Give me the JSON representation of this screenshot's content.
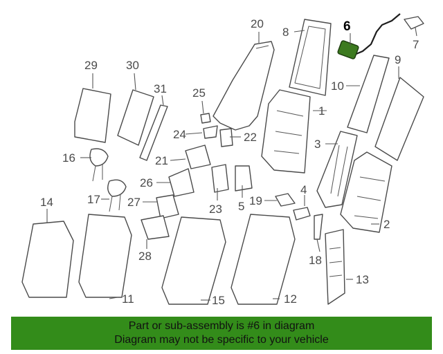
{
  "diagram": {
    "highlight_color": "#338c1a",
    "highlighted_part": "6",
    "labels": {
      "p1": "1",
      "p2": "2",
      "p3": "3",
      "p4": "4",
      "p5": "5",
      "p6": "6",
      "p7": "7",
      "p8": "8",
      "p9": "9",
      "p10": "10",
      "p11": "11",
      "p12": "12",
      "p13": "13",
      "p14": "14",
      "p15": "15",
      "p16": "16",
      "p17": "17",
      "p18": "18",
      "p19": "19",
      "p20": "20",
      "p21": "21",
      "p22": "22",
      "p23": "23",
      "p24": "24",
      "p25": "25",
      "p26": "26",
      "p27": "27",
      "p28": "28",
      "p29": "29",
      "p30": "30",
      "p31": "31"
    }
  },
  "banner": {
    "line1": "Part or sub-assembly is #6 in diagram",
    "line2": "Diagram may not be specific to your vehicle",
    "background": "#338c1a"
  }
}
